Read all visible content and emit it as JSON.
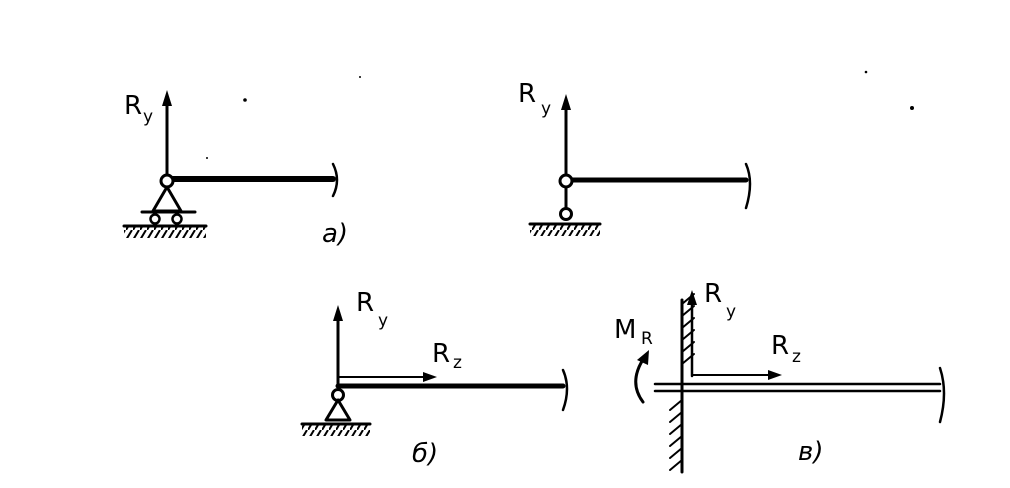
{
  "labels": {
    "reaction_force": "R",
    "sub_y": "y",
    "sub_z": "z",
    "moment": "M",
    "sub_r": "R"
  },
  "captions": {
    "a": "a)",
    "b": "б)",
    "v": "в)"
  },
  "colors": {
    "ink": "#000000",
    "background": "#ffffff"
  }
}
